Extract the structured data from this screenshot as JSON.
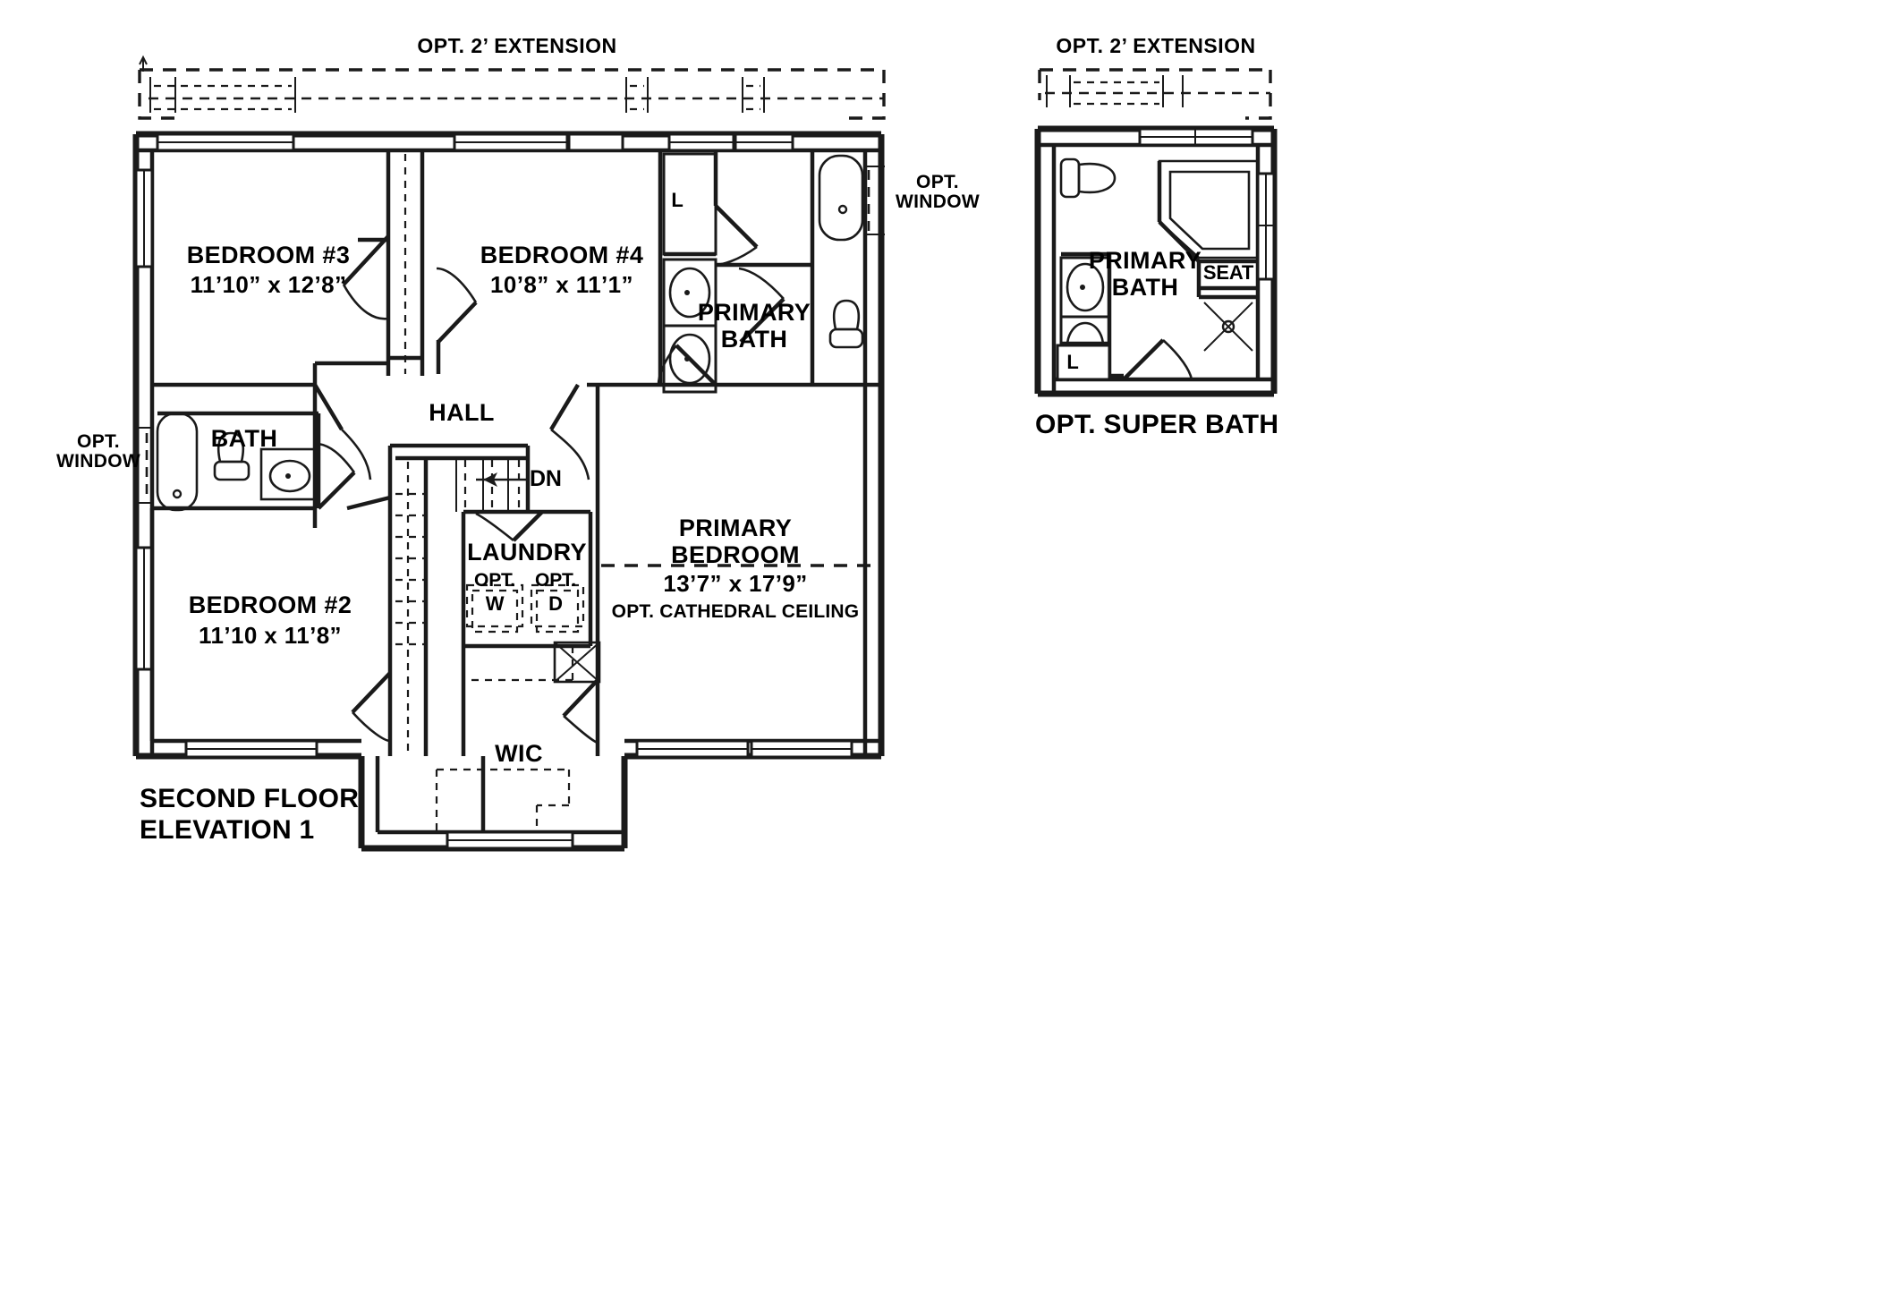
{
  "sheet": {
    "title_line1": "SECOND FLOOR",
    "title_line2": "ELEVATION 1",
    "inset_title": "OPT. SUPER BATH"
  },
  "annotations": {
    "ext_main": "OPT. 2’ EXTENSION",
    "ext_inset": "OPT. 2’ EXTENSION",
    "opt_window_right_l1": "OPT.",
    "opt_window_right_l2": "WINDOW",
    "opt_window_left_l1": "OPT.",
    "opt_window_left_l2": "WINDOW",
    "stair_dn": "DN"
  },
  "rooms": [
    {
      "key": "bedroom3",
      "name": "BEDROOM #3",
      "dim": "11’10” x 12’8”"
    },
    {
      "key": "bedroom4",
      "name": "BEDROOM #4",
      "dim": "10’8” x 11’1”"
    },
    {
      "key": "bedroom2",
      "name": "BEDROOM #2",
      "dim": "11’10 x 11’8”"
    },
    {
      "key": "primary_bedroom",
      "name_l1": "PRIMARY",
      "name_l2": "BEDROOM",
      "dim": "13’7” x 17’9”",
      "note": "OPT. CATHEDRAL CEILING"
    },
    {
      "key": "primary_bath",
      "name_l1": "PRIMARY",
      "name_l2": "BATH"
    },
    {
      "key": "hall",
      "name": "HALL"
    },
    {
      "key": "bath",
      "name": "BATH"
    },
    {
      "key": "laundry",
      "name": "LAUNDRY"
    },
    {
      "key": "wic",
      "name": "WIC"
    }
  ],
  "fixtures": {
    "linen_closet_main": "L",
    "laundry_opt_w_tag": "OPT.",
    "laundry_opt_d_tag": "OPT.",
    "laundry_washer": "W",
    "laundry_dryer": "D"
  },
  "inset": {
    "name_l1": "PRIMARY",
    "name_l2": "BATH",
    "seat": "SEAT",
    "linen_closet": "L"
  },
  "colors": {
    "line": "#1a1a1a",
    "wall_fill": "#ffffff",
    "arrow_accent": "#2b2f7a",
    "paper": "#ffffff"
  }
}
